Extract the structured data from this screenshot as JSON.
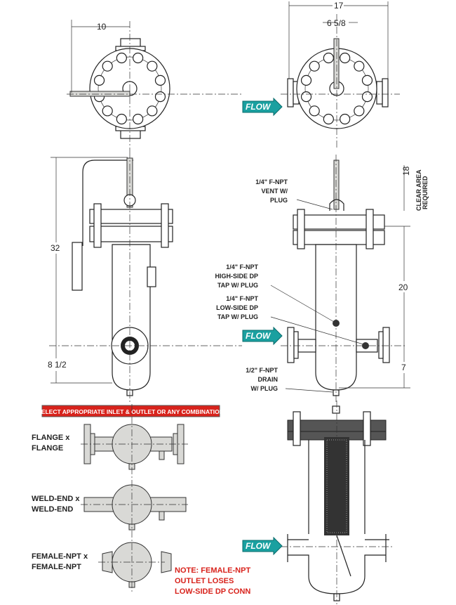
{
  "dimensions": {
    "top_left_width": "10",
    "overall_width": "17",
    "half_width": "6 5/8",
    "overall_height": "32",
    "inlet_to_bottom_left": "8 1/2",
    "clearance": "18",
    "clear_area": "CLEAR AREA",
    "required": "REQUIRED",
    "flange_to_inlet": "20",
    "inlet_to_bottom_right": "7"
  },
  "callouts": {
    "vent": [
      "1/4\" F-NPT",
      "VENT W/",
      "PLUG"
    ],
    "high_side": [
      "1/4\" F-NPT",
      "HIGH-SIDE DP",
      "TAP W/ PLUG"
    ],
    "low_side": [
      "1/4\" F-NPT",
      "LOW-SIDE DP",
      "TAP W/ PLUG"
    ],
    "drain": [
      "1/2\" F-NPT",
      "DRAIN",
      "W/ PLUG"
    ]
  },
  "flow_label": "FLOW",
  "banner": "SELECT APPROPRIATE INLET & OUTLET OR ANY COMBINATION",
  "options": [
    {
      "line1": "FLANGE x",
      "line2": "FLANGE"
    },
    {
      "line1": "WELD-END x",
      "line2": "WELD-END"
    },
    {
      "line1": "FEMALE-NPT x",
      "line2": "FEMALE-NPT"
    }
  ],
  "note": [
    "NOTE: FEMALE-NPT",
    "OUTLET LOSES",
    "LOW-SIDE DP CONN"
  ],
  "colors": {
    "flow": "#1aa0a0",
    "banner": "#d8231c"
  }
}
